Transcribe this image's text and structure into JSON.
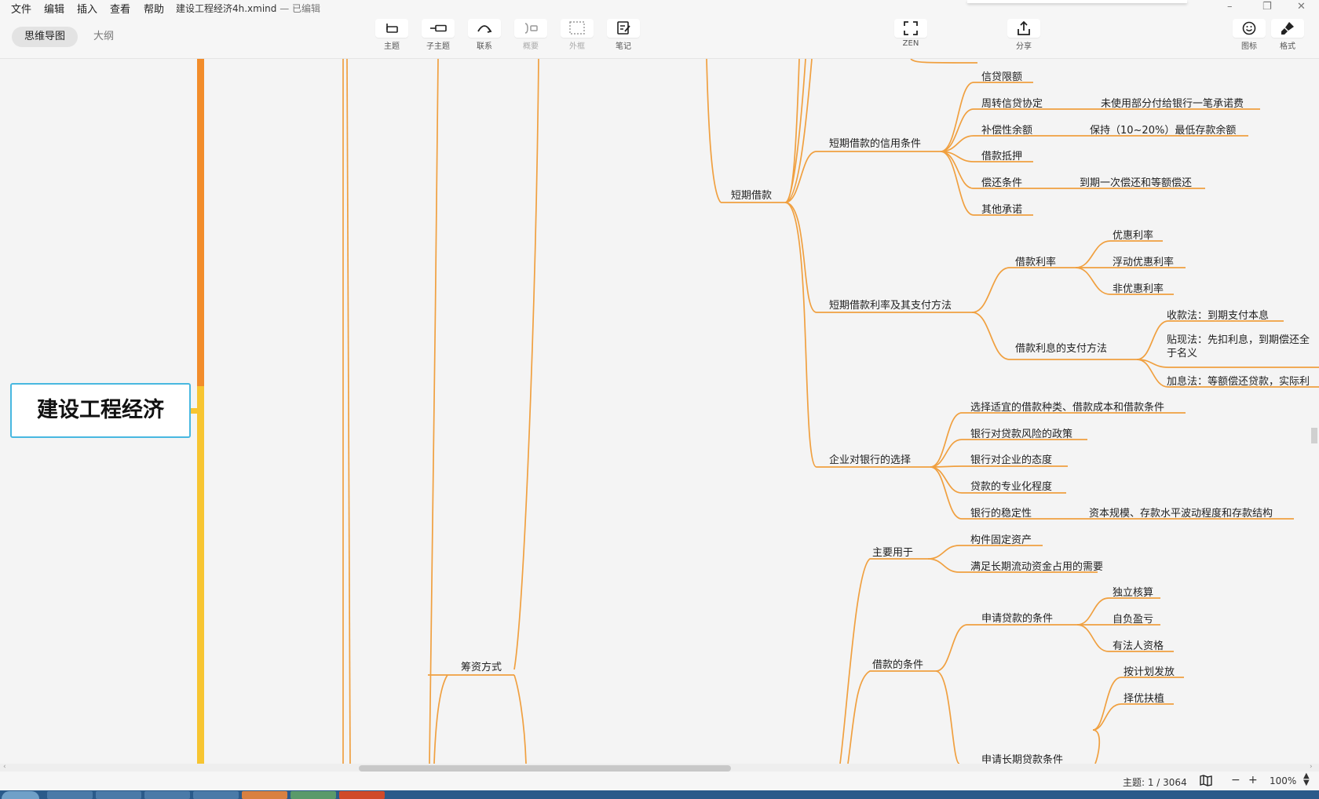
{
  "menu": [
    "文件",
    "编辑",
    "插入",
    "查看",
    "帮助"
  ],
  "window_title": "建设工程经济4h.xmind",
  "edit_state": "— 已编辑",
  "window_controls": {
    "minimize": "–",
    "maximize": "❐",
    "close": "✕"
  },
  "view_tabs": [
    "思维导图",
    "大纲"
  ],
  "tools": {
    "topic": "主题",
    "subtopic": "子主题",
    "relationship": "联系",
    "summary": "概要",
    "boundary": "外框",
    "note": "笔记",
    "zen": "ZEN",
    "share": "分享",
    "icon": "图标",
    "format": "格式"
  },
  "root_topic": "建设工程经济",
  "topics": {
    "financing_methods": "筹资方式",
    "short_term_loan": "短期借款",
    "credit_conditions": "短期借款的信用条件",
    "credit_limit": "信贷限额",
    "revolving_credit": "周转信贷协定",
    "revolving_credit_fee": "未使用部分付给银行一笔承诺费",
    "compensating_balance": "补偿性余额",
    "compensating_balance_desc": "保持（10~20%）最低存款余额",
    "loan_collateral": "借款抵押",
    "repayment_terms": "偿还条件",
    "repayment_desc": "到期一次偿还和等额偿还",
    "other_commitments": "其他承诺",
    "interest_and_payment": "短期借款利率及其支付方法",
    "loan_rate": "借款利率",
    "prime_rate": "优惠利率",
    "floating_prime_rate": "浮动优惠利率",
    "non_prime_rate": "非优惠利率",
    "interest_payment_methods": "借款利息的支付方法",
    "collection_method": "收款法：到期支付本息",
    "discount_method_line1": "贴现法：先扣利息，到期偿还全",
    "discount_method_line2": "于名义",
    "addon_method": "加息法：等额偿还贷款，实际利",
    "bank_selection": "企业对银行的选择",
    "bank_sel_1": "选择适宜的借款种类、借款成本和借款条件",
    "bank_sel_2": "银行对贷款风险的政策",
    "bank_sel_3": "银行对企业的态度",
    "bank_sel_4": "贷款的专业化程度",
    "bank_sel_5": "银行的稳定性",
    "bank_stability_desc": "资本规模、存款水平波动程度和存款结构",
    "mainly_used_for": "主要用于",
    "fixed_assets": "构件固定资产",
    "long_term_working_capital": "满足长期流动资金占用的需要",
    "loan_conditions": "借款的条件",
    "loan_application_conditions": "申请贷款的条件",
    "independent_accounting": "独立核算",
    "self_responsible": "自负盈亏",
    "legal_person": "有法人资格",
    "long_term_loan_conditions": "申请长期贷款条件",
    "planned_disbursement": "按计划发放",
    "selective_support": "择优扶植"
  },
  "status": {
    "topic_count": "主题: 1 / 3064",
    "zoom": "100%",
    "zoom_out": "−",
    "zoom_in": "+"
  },
  "colors": {
    "branch": "#f0a040",
    "main_orange": "#f28c2a",
    "main_yellow": "#f7c531",
    "root_border": "#48b8e0"
  }
}
